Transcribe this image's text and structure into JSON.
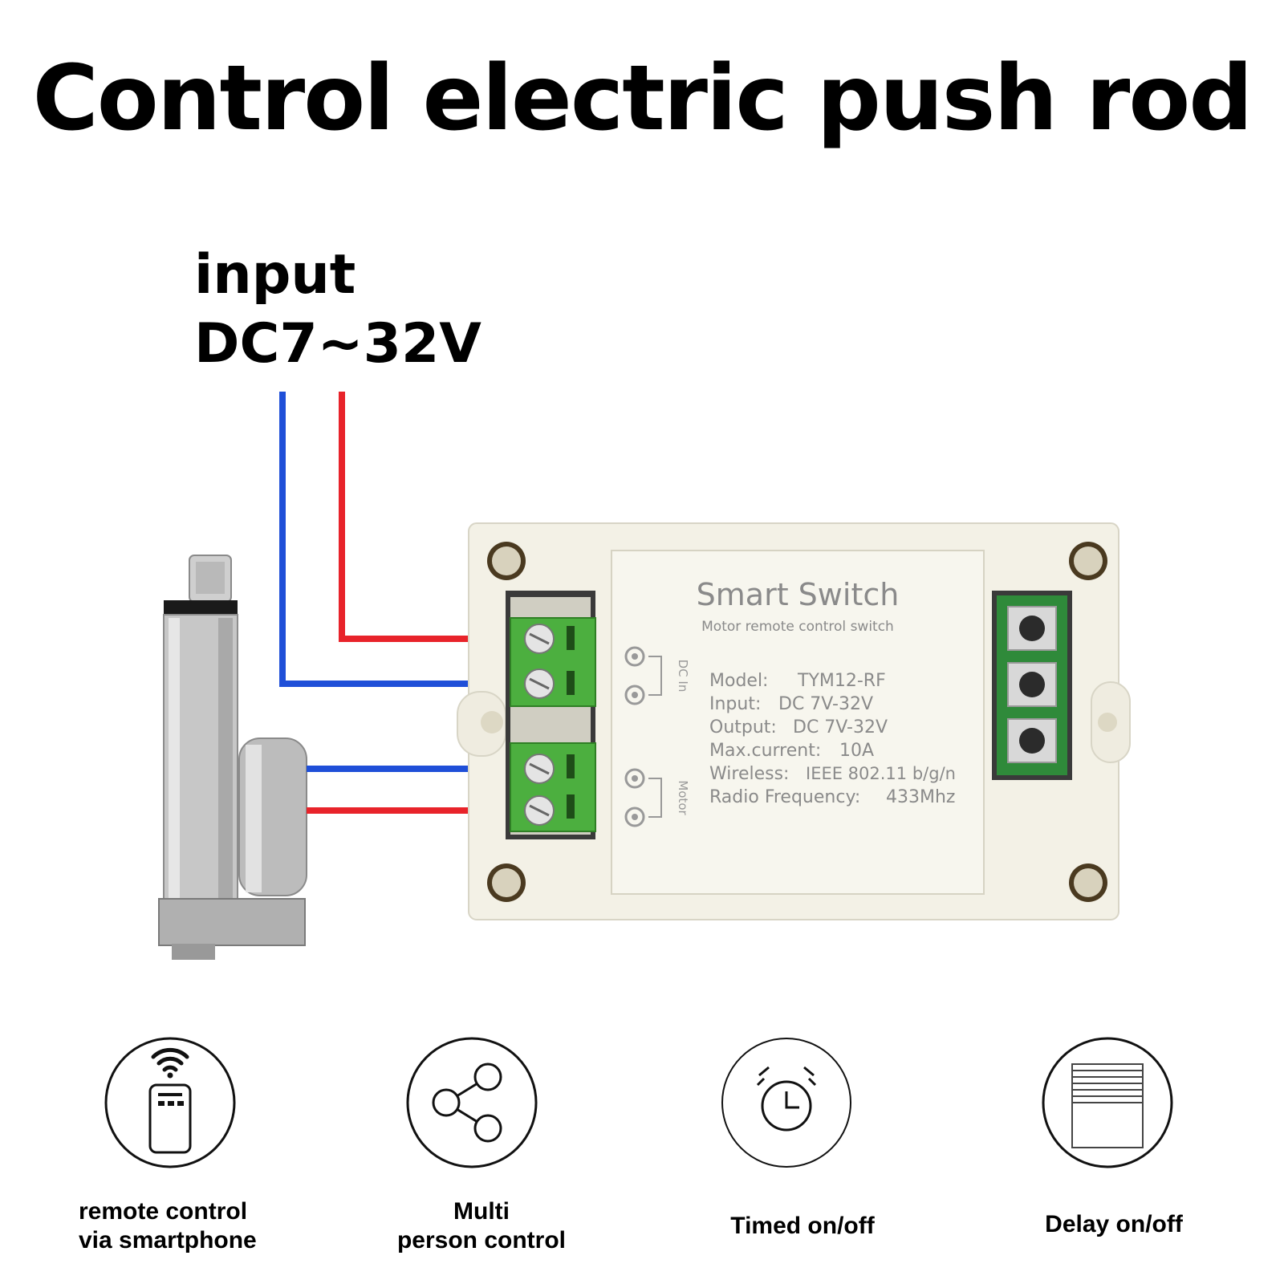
{
  "headline": "Control electric push rod",
  "input": {
    "line1": "input",
    "line2": "DC7~32V"
  },
  "device": {
    "title": "Smart Switch",
    "subtitle": "Motor remote control switch",
    "terminal_top_label": "DC In",
    "terminal_bottom_label": "Motor",
    "specs": [
      {
        "key": "Model:",
        "value": "TYM12-RF"
      },
      {
        "key": "Input:",
        "value": "DC 7V-32V"
      },
      {
        "key": "Output:",
        "value": "DC 7V-32V"
      },
      {
        "key": "Max.current:",
        "value": "10A"
      },
      {
        "key": "Wireless:",
        "value": "IEEE 802.11 b/g/n"
      },
      {
        "key": "Radio Frequency:",
        "value": "433Mhz"
      }
    ]
  },
  "colors": {
    "wire_positive": "#e8232a",
    "wire_negative": "#1f4fd8",
    "terminal": "#4caf3f",
    "housing": "#f3f1e6"
  },
  "features": [
    {
      "icon": "smartphone-wifi-icon",
      "line1": "remote control",
      "line2": "via smartphone"
    },
    {
      "icon": "share-icon",
      "line1": "Multi",
      "line2": "person control"
    },
    {
      "icon": "alarm-clock-icon",
      "line1": "Timed on/off",
      "line2": ""
    },
    {
      "icon": "shutter-icon",
      "line1": "Delay on/off",
      "line2": ""
    }
  ]
}
